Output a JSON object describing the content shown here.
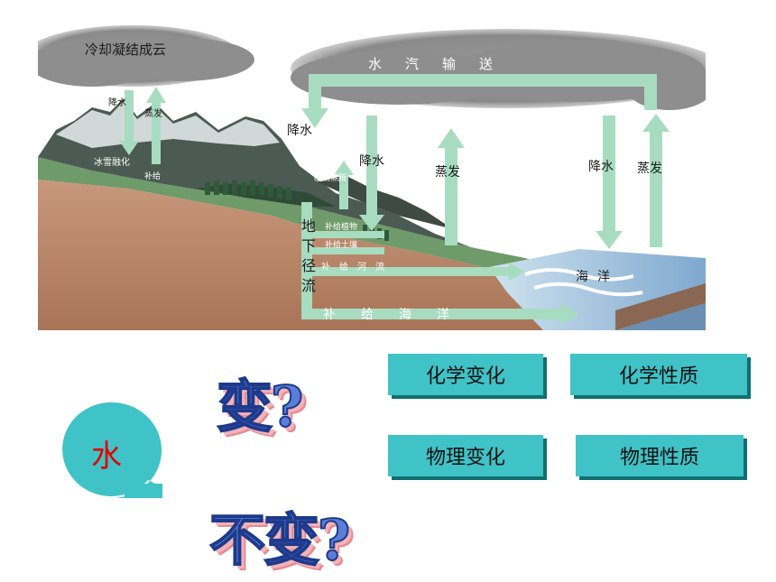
{
  "diagram": {
    "labels": {
      "cloud_condense": "冷却凝结成云",
      "vapor_transport": "水汽输送",
      "precip_mountain": "降水",
      "evap_mountain": "蒸发",
      "snow_melt": "冰雪融化",
      "supply_small": "补给",
      "precip_arrow": "降水",
      "precip_mid": "降水",
      "transpiration": "植物蒸腾",
      "evap_mid": "蒸发",
      "precip_sea": "降水",
      "evap_sea": "蒸发",
      "groundwater_runoff": "地下径流",
      "supply_plants": "补给植物",
      "supply_soil": "补给土壤",
      "supply_river": "补给河流",
      "supply_ocean": "补给海洋",
      "ocean": "海洋"
    },
    "colors": {
      "arrow": "#a8dcc0",
      "cloud": "#8e8e8e",
      "soil": "#b9876b",
      "sea": "#7fa8cf"
    }
  },
  "concepts": {
    "water": "水",
    "change_q": "变?",
    "nochange_q": "不变?",
    "boxes": [
      "化学变化",
      "化学性质",
      "物理变化",
      "物理性质"
    ],
    "box_color": "#3fc3c6"
  }
}
